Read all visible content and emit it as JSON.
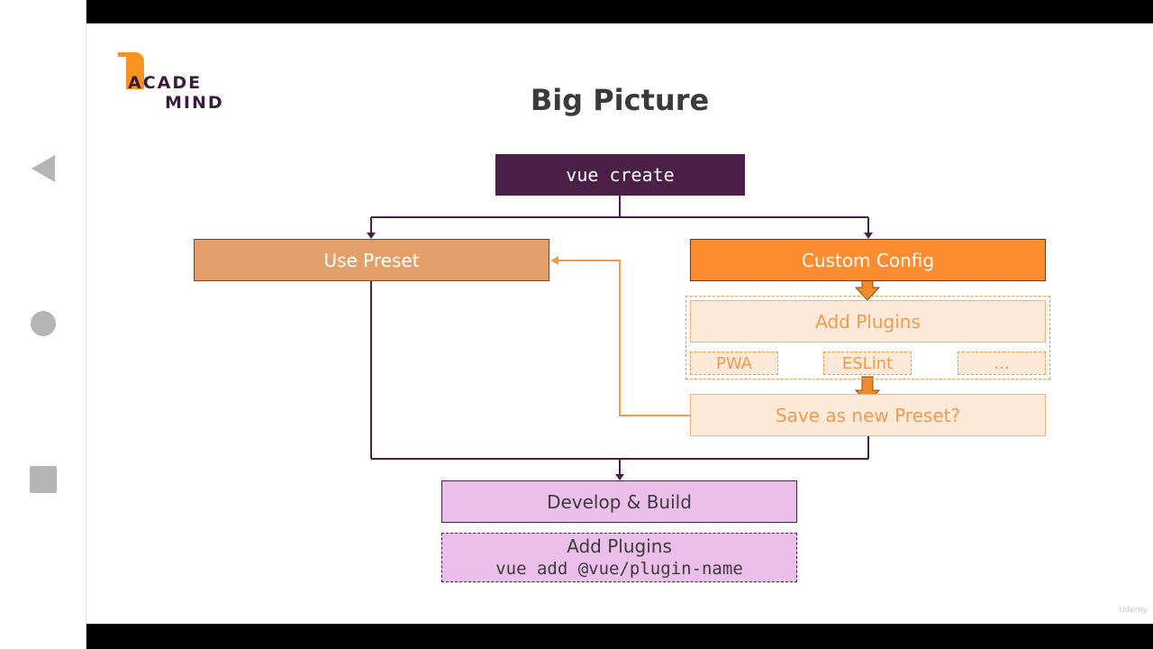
{
  "slide": {
    "title": "Big Picture",
    "logo": {
      "line1": "ACADE",
      "line2": "MIND"
    }
  },
  "flow": {
    "vue_create": "vue create",
    "use_preset": "Use Preset",
    "custom_config": "Custom Config",
    "add_plugins": "Add Plugins",
    "plugins": [
      "PWA",
      "ESLint",
      "..."
    ],
    "save_preset": "Save as new Preset?",
    "develop_build": "Develop & Build",
    "add_plugins_later_title": "Add Plugins",
    "add_plugins_later_cmd": "vue add @vue/plugin-name"
  },
  "watermark": "Udemy",
  "colors": {
    "dark_purple": "#4b1f47",
    "light_orange": "#e3a06a",
    "bright_orange": "#fb8c2f",
    "pale_orange_fill": "#fde9d8",
    "pink": "#ebbfea",
    "purple_line": "#4b1f47",
    "orange_line": "#f29a4e"
  },
  "icons": {
    "back": "triangle-left-icon",
    "home": "circle-icon",
    "recents": "square-icon"
  }
}
